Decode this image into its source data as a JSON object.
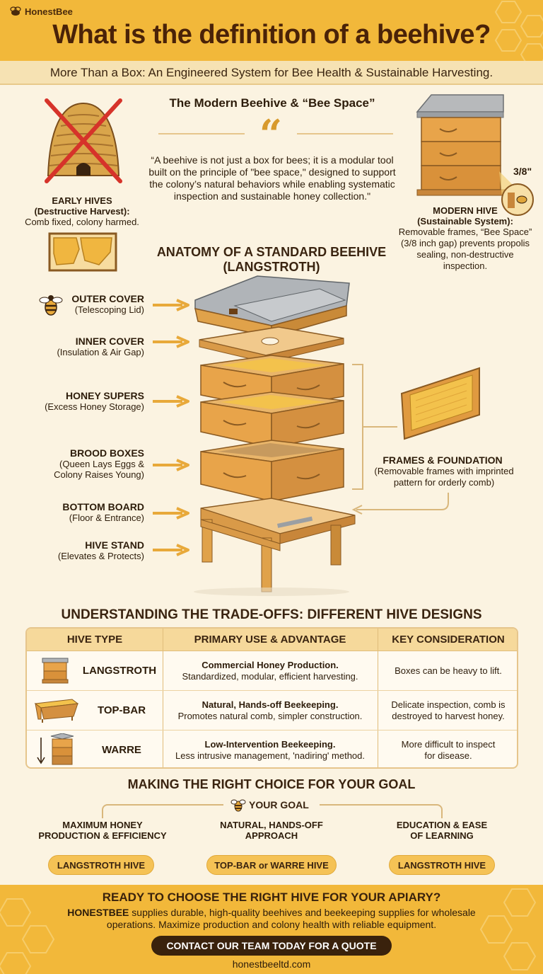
{
  "brand": "HonestBee",
  "title": "What is the definition of a beehive?",
  "subtitle": "More Than a Box: An Engineered System for Bee Health & Sustainable Harvesting.",
  "intro": {
    "heading": "The Modern Beehive & “Bee Space”",
    "quote": "“A beehive is not just a box for bees; it is a modular tool built on the principle of \"bee space,\" designed to support the colony’s natural behaviors while enabling systematic inspection and sustainable honey collection.\"",
    "early": {
      "title": "EARLY HIVES",
      "subtitle": "(Destructive Harvest):",
      "desc": "Comb fixed, colony harmed."
    },
    "modern": {
      "title": "MODERN HIVE",
      "subtitle": "(Sustainable System):",
      "desc": "Removable frames, “Bee Space” (3/8 inch gap) prevents propolis sealing, non-destructive inspection.",
      "gap_label": "3/8\""
    }
  },
  "anatomy": {
    "title_line1": "ANATOMY OF A STANDARD BEEHIVE",
    "title_line2": "(LANGSTROTH)",
    "parts": [
      {
        "name": "OUTER COVER",
        "desc": "(Telescoping Lid)"
      },
      {
        "name": "INNER COVER",
        "desc": "(Insulation & Air Gap)"
      },
      {
        "name": "HONEY SUPERS",
        "desc": "(Excess Honey Storage)"
      },
      {
        "name": "BROOD BOXES",
        "desc": "(Queen Lays Eggs &",
        "desc2": "Colony Raises Young)"
      },
      {
        "name": "BOTTOM BOARD",
        "desc": "(Floor & Entrance)"
      },
      {
        "name": "HIVE STAND",
        "desc": "(Elevates & Protects)"
      }
    ],
    "frames": {
      "title": "FRAMES & FOUNDATION",
      "desc1": "(Removable frames with imprinted",
      "desc2": "pattern for orderly comb)"
    }
  },
  "tradeoffs": {
    "title": "UNDERSTANDING THE TRADE-OFFS: DIFFERENT HIVE DESIGNS",
    "headers": [
      "HIVE TYPE",
      "PRIMARY USE & ADVANTAGE",
      "KEY CONSIDERATION"
    ],
    "rows": [
      {
        "type": "LANGSTROTH",
        "use_bold": "Commercial Honey Production.",
        "use": "Standardized, modular, efficient harvesting.",
        "consideration": "Boxes can be heavy to lift.",
        "consideration2": ""
      },
      {
        "type": "TOP-BAR",
        "use_bold": "Natural, Hands-off Beekeeping.",
        "use": "Promotes natural comb, simpler construction.",
        "consideration": "Delicate inspection, comb is",
        "consideration2": "destroyed to harvest honey."
      },
      {
        "type": "WARRE",
        "use_bold": "Low-Intervention Beekeeping.",
        "use": "Less intrusive management, 'nadiring' method.",
        "consideration": "More difficult to inspect",
        "consideration2": "for disease."
      }
    ]
  },
  "choice": {
    "title": "MAKING THE RIGHT CHOICE FOR YOUR GOAL",
    "goal": "YOUR GOAL",
    "options": [
      {
        "line1": "MAXIMUM HONEY",
        "line2": "PRODUCTION & EFFICIENCY",
        "pill": "LANGSTROTH HIVE"
      },
      {
        "line1": "NATURAL, HANDS-OFF",
        "line2": "APPROACH",
        "pill": "TOP-BAR or WARRE HIVE"
      },
      {
        "line1": "EDUCATION & EASE",
        "line2": "OF LEARNING",
        "pill": "LANGSTROTH HIVE"
      }
    ]
  },
  "footer": {
    "heading": "READY TO CHOOSE THE RIGHT HIVE FOR YOUR APIARY?",
    "brand_bold": "HONESTBEE",
    "text1": " supplies durable, high-quality beehives and beekeeping supplies for wholesale",
    "text2": "operations. Maximize production and colony health with reliable equipment.",
    "cta": "CONTACT OUR TEAM TODAY FOR A QUOTE",
    "url": "honestbeeltd.com"
  },
  "colors": {
    "accent": "#f2b83a",
    "dark": "#3a220c",
    "cream": "#fbf3e1"
  }
}
